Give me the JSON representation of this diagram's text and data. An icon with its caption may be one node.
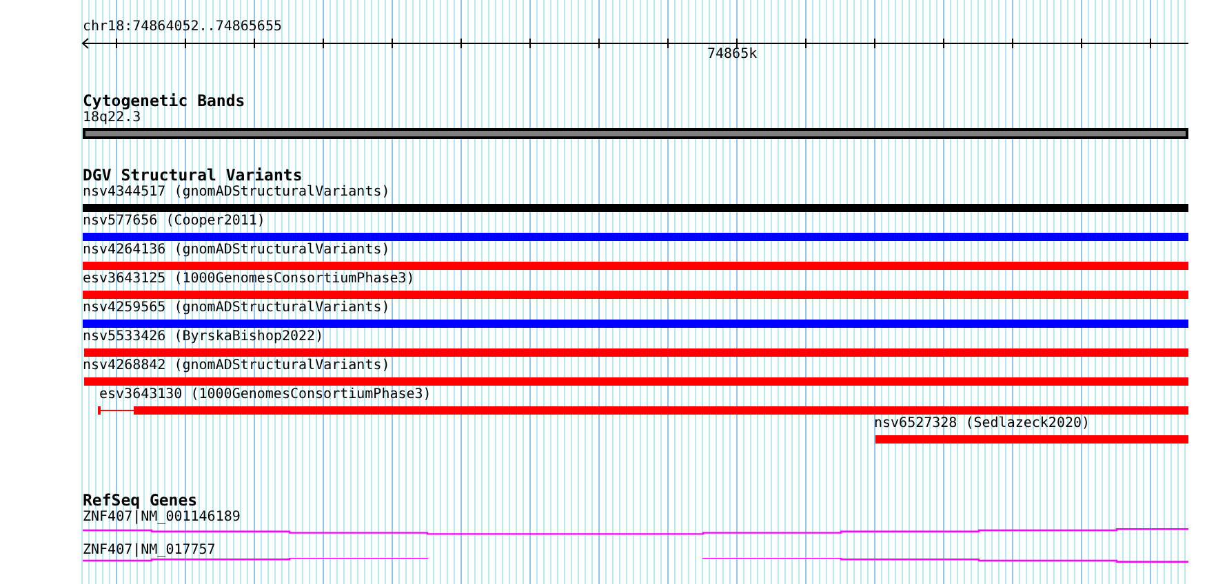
{
  "diagram": {
    "nodes": [
      {
        "text": [
          "18q22.3"
        ]
      },
      {
        "text": [
          "nsv4344517 (gnomADStructuralVariants)"
        ]
      },
      {
        "text": [
          "nsv577656 (Cooper2011)"
        ]
      },
      {
        "text": [
          "nsv4264136 (gnomADStructuralVariants)"
        ]
      },
      {
        "text": [
          "esv3643125 (1000GenomesConsortiumPhase3)"
        ]
      },
      {
        "text": [
          "nsv4259565 (gnomADStructuralVariants)"
        ]
      },
      {
        "text": [
          "nsv5533426 (ByrskaBishop2022)"
        ]
      },
      {
        "text": [
          "nsv4268842 (gnomADStructuralVariants)"
        ]
      },
      {
        "text": [
          "esv3643130 (1000GenomesConsortiumPhase3)"
        ]
      },
      {
        "text": [
          "nsv6527328 (Sedlazeck2020)"
        ]
      },
      {
        "text": [
          "ZNF407|NM_001146189"
        ]
      },
      {
        "text": [
          "ZNF407|NM_017757"
        ]
      }
    ],
    "labels": [
      "chr18:74864052..74865655",
      "74865k",
      "Cytogenetic Bands",
      "DGV Structural Variants",
      "RefSeq Genes"
    ]
  }
}
